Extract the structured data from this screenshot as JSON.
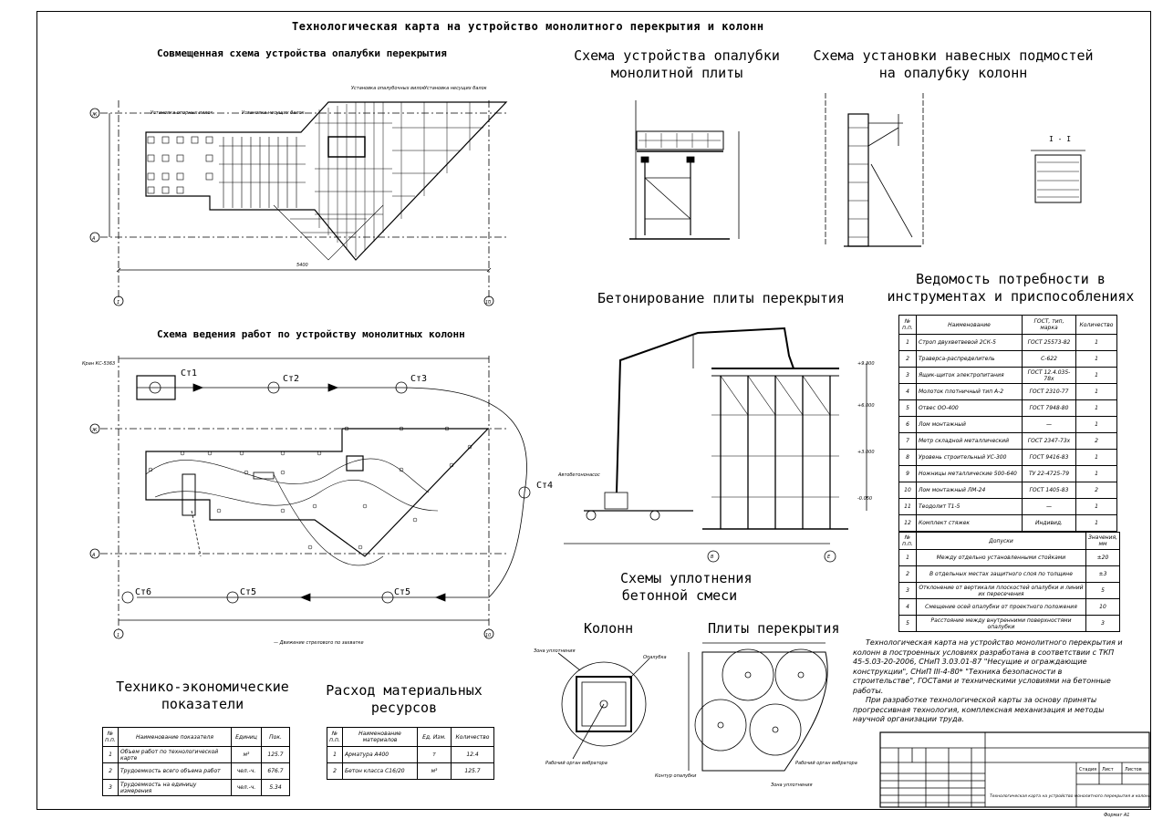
{
  "sheet_title": "Технологическая карта на устройство монолитного перекрытия и колонн",
  "headings": {
    "combined_formwork": "Совмещенная схема устройства опалубки перекрытия",
    "columns_workflow": "Схема ведения работ по устройству монолитных колонн",
    "slab_formwork_1": "Схема устройства опалубки",
    "slab_formwork_2": "монолитной плиты",
    "scaffold_1": "Схема установки навесных подмостей",
    "scaffold_2": "на опалубку колонн",
    "concreting": "Бетонирование плиты перекрытия",
    "tools_1": "Ведомость потребности в",
    "tools_2": "инструментах и приспособлениях",
    "compaction_1": "Схемы уплотнения",
    "compaction_2": "бетонной смеси",
    "columns": "Колонн",
    "slabs": "Плиты перекрытия",
    "tep_1": "Технико-экономические",
    "tep_2": "показатели",
    "materials_1": "Расход материальных",
    "materials_2": "ресурсов",
    "section_label": "I - I"
  },
  "plan_labels": {
    "zone1": "Установка опорных вилок",
    "zone2": "Установка несущих балок",
    "zone3": "Установка опалубочных вилок",
    "zone4": "Установка несущих балок",
    "axis_a": "А",
    "axis_zh": "Ж",
    "axis_1": "1",
    "axis_10": "10",
    "dim_total": "5400"
  },
  "crane_labels": {
    "crane": "Кран КС-5363",
    "st1": "Ст1",
    "st2": "Ст2",
    "st3": "Ст3",
    "st4": "Ст4",
    "st5a": "Ст5",
    "st5b": "Ст5",
    "st6": "Ст6",
    "legend": "— Движение стрелового по захватке"
  },
  "concreting_labels": {
    "lvl1": "+9.300",
    "lvl2": "+6.000",
    "lvl3": "+3.000",
    "lvl4": "-0.050",
    "axis_v": "В",
    "axis_e": "Е",
    "pump": "Автобетононасос"
  },
  "tools_table": {
    "headers": [
      "№ п.п.",
      "Наименование",
      "ГОСТ, тип, марка",
      "Количество"
    ],
    "rows": [
      [
        "1",
        "Строп двухветвевой 2СК-5",
        "ГОСТ 25573-82",
        "1"
      ],
      [
        "2",
        "Траверса-распределитель",
        "С-622",
        "1"
      ],
      [
        "3",
        "Ящик-щиток электропитания",
        "ГОСТ 12.4.035-78х",
        "1"
      ],
      [
        "4",
        "Молоток плотничный тип А-2",
        "ГОСТ 2310-77",
        "1"
      ],
      [
        "5",
        "Отвес ОО-400",
        "ГОСТ 7948-80",
        "1"
      ],
      [
        "6",
        "Лом монтажный",
        "—",
        "1"
      ],
      [
        "7",
        "Метр складной металлический",
        "ГОСТ 2347-73х",
        "2"
      ],
      [
        "8",
        "Уровень строительный УС-300",
        "ГОСТ 9416-83",
        "1"
      ],
      [
        "9",
        "Ножницы металлические 500-640",
        "ТУ 22-4725-79",
        "1"
      ],
      [
        "10",
        "Лом монтажный ЛМ-24",
        "ГОСТ 1405-83",
        "2"
      ],
      [
        "11",
        "Теодолит Т1-5",
        "—",
        "1"
      ],
      [
        "12",
        "Комплект стяжек",
        "Индивид.",
        "1"
      ]
    ]
  },
  "tolerance_table": {
    "headers": [
      "№ п.п.",
      "Допуски",
      "Значения, мм"
    ],
    "rows": [
      [
        "1",
        "Между отдельно установленными стойками",
        "±20"
      ],
      [
        "2",
        "В отдельных местах защитного слоя по толщине",
        "±3"
      ],
      [
        "3",
        "Отклонение от вертикали плоскостей опалубки и линий их пересечения",
        "5"
      ],
      [
        "4",
        "Смещение осей опалубки от проектного положения",
        "10"
      ],
      [
        "5",
        "Расстояние между внутренними поверхностями опалубки",
        "3"
      ]
    ]
  },
  "tep_table": {
    "headers": [
      "№ п.п.",
      "Наименование показателя",
      "Единиц",
      "Пок."
    ],
    "rows": [
      [
        "1",
        "Объем работ по технологической карте",
        "м³",
        "125.7"
      ],
      [
        "2",
        "Трудоемкость всего объема работ",
        "чел.-ч.",
        "676.7"
      ],
      [
        "3",
        "Трудоемкость на единицу измерения",
        "чел.-ч.",
        "5.34"
      ]
    ]
  },
  "materials_table": {
    "headers": [
      "№ п.п.",
      "Наименование материалов",
      "Ед. Изм.",
      "Количество"
    ],
    "rows": [
      [
        "1",
        "Арматура А400",
        "т",
        "12.4"
      ],
      [
        "2",
        "Бетон класса С16/20",
        "м³",
        "125.7"
      ]
    ]
  },
  "notes": {
    "p1": "Технологическая карта на устройство монолитного перекрытия и колонн в построенных условиях разработана в соответствии с ТКП 45-5.03-20-2006, СНиП 3.03.01-87 \"Несущие и ограждающие конструкции\", СНиП III-4-80* \"Техника безопасности в строительстве\", ГОСТами и техническими условиями на бетонные работы.",
    "p2": "При разработке технологической карты за основу приняты прогрессивная технология, комплексная механизация и методы научной организации труда."
  },
  "compaction_labels": {
    "zone": "Зона уплотнения",
    "formwork": "Опалубка",
    "vibrator": "Рабочий орган вибратора",
    "contour": "Контур опалубки",
    "vibrator2": "Рабочий орган вибратора",
    "zone2": "Зона уплотнения"
  },
  "title_block": {
    "stage": "Стадия",
    "sheet": "Лист",
    "sheets": "Листов",
    "description": "Технологическая карта на устройство монолитного перекрытия и колонн",
    "format": "Формат А1"
  }
}
